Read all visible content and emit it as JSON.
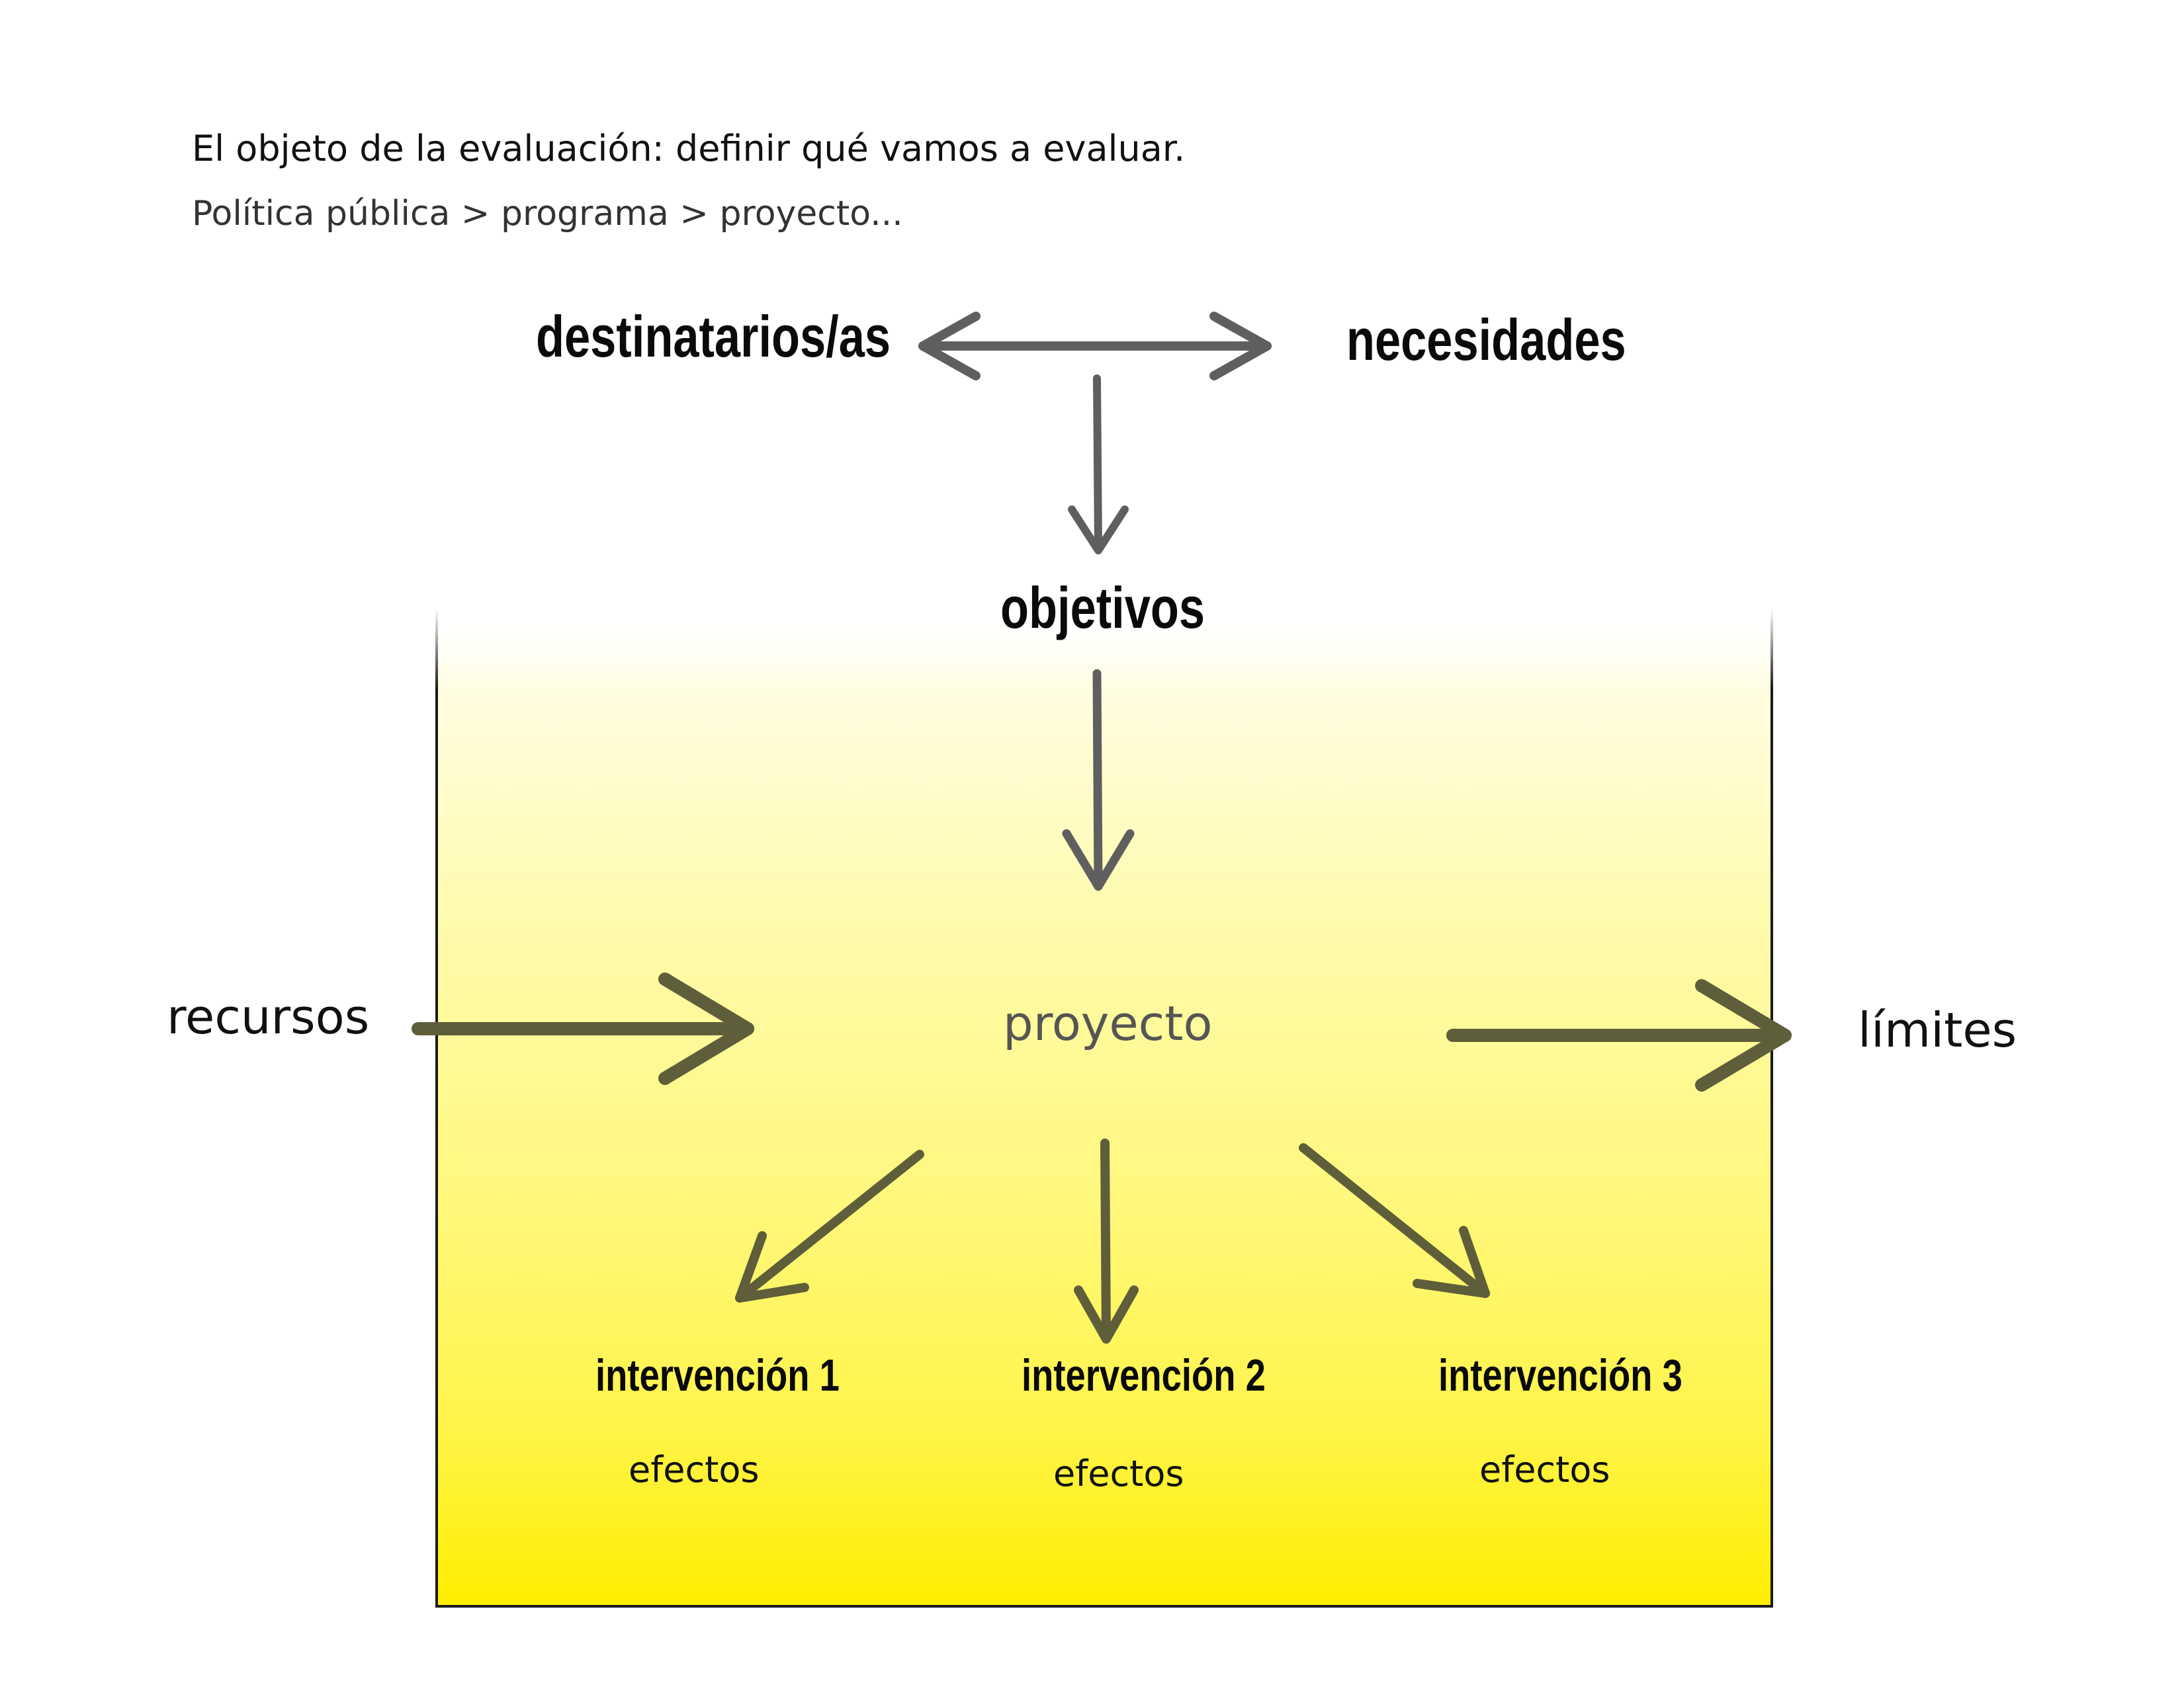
{
  "header": {
    "title": "El objeto de la evaluación: definir qué vamos a evaluar.",
    "subtitle": "Política pública > programa > proyecto..."
  },
  "diagram": {
    "destinatarios": "destinatarios/as",
    "necesidades": "necesidades",
    "objetivos": "objetivos",
    "recursos": "recursos",
    "proyecto": "proyecto",
    "limites": "límites",
    "interventions": [
      {
        "label": "intervención 1",
        "effect": "efectos"
      },
      {
        "label": "intervención 2",
        "effect": "efectos"
      },
      {
        "label": "intervención 3",
        "effect": "efectos"
      }
    ]
  },
  "colors": {
    "box_gradient_top": "#ffffff",
    "box_gradient_bottom": "#ffee00",
    "arrow_grey": "#5f5f5f",
    "arrow_olive": "#5e5e3a"
  }
}
